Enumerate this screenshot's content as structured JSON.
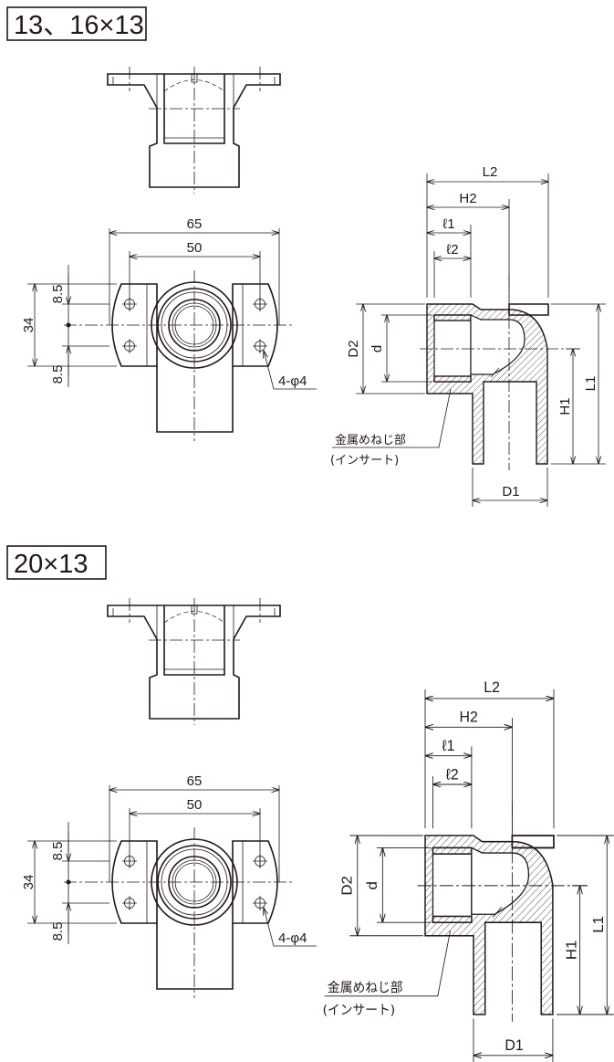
{
  "sections": [
    {
      "title": "13、16×13",
      "dim_65": "65",
      "dim_50": "50",
      "dim_34": "34",
      "dim_8_5_top": "8.5",
      "dim_8_5_bottom": "8.5",
      "hole_callout": "4-φ4",
      "L2": "L2",
      "H2": "H2",
      "l1": "ℓ1",
      "l2": "ℓ2",
      "D2": "D2",
      "d": "d",
      "H1": "H1",
      "L1": "L1",
      "D1": "D1",
      "insert_label": "金属めねじ部",
      "insert_sub": "(インサート)"
    },
    {
      "title": "20×13",
      "dim_65": "65",
      "dim_50": "50",
      "dim_34": "34",
      "dim_8_5_top": "8.5",
      "dim_8_5_bottom": "8.5",
      "hole_callout": "4-φ4",
      "L2": "L2",
      "H2": "H2",
      "l1": "ℓ1",
      "l2": "ℓ2",
      "D2": "D2",
      "d": "d",
      "H1": "H1",
      "L1": "L1",
      "D1": "D1",
      "insert_label": "金属めねじ部",
      "insert_sub": "(インサート)"
    }
  ]
}
